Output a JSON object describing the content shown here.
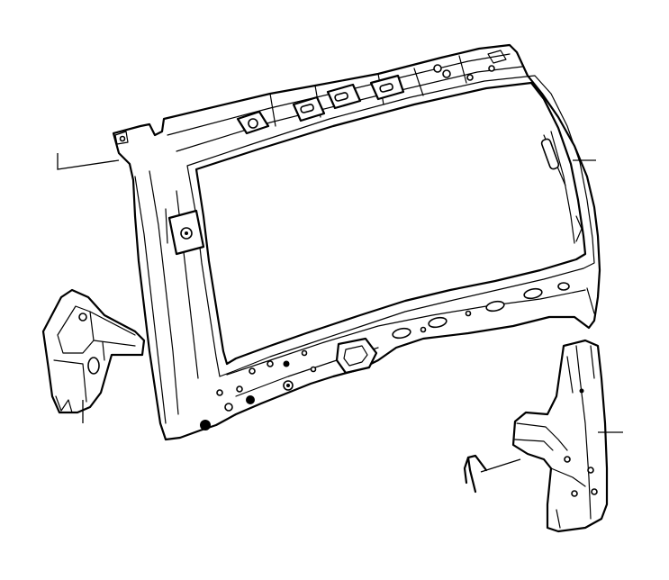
{
  "diagram": {
    "background": "#ffffff",
    "ink": "#000000",
    "parts": [
      {
        "name": "radiator-support-frame"
      },
      {
        "name": "left-bracket"
      },
      {
        "name": "right-bracket"
      },
      {
        "name": "clip"
      }
    ],
    "callouts": [
      {
        "name": "callout-frame-top-left"
      },
      {
        "name": "callout-frame-right"
      },
      {
        "name": "callout-left-bracket"
      },
      {
        "name": "callout-right-bracket"
      },
      {
        "name": "callout-clip"
      }
    ]
  }
}
